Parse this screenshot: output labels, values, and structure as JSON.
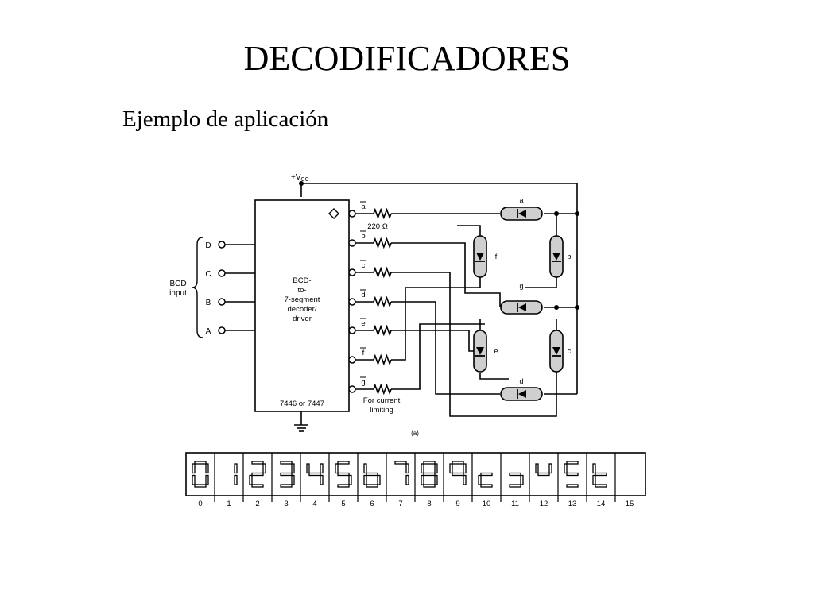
{
  "slide": {
    "title": "DECODIFICADORES",
    "subtitle": "Ejemplo de aplicación"
  },
  "circuit": {
    "vcc_label": "+V",
    "vcc_sub": "CC",
    "chip_label_lines": [
      "BCD-",
      "to-",
      "7-segment",
      "decoder/",
      "driver"
    ],
    "chip_part": "7446 or 7447",
    "inputs": [
      "D",
      "C",
      "B",
      "A"
    ],
    "input_group_label": [
      "BCD",
      "input"
    ],
    "outputs": [
      "a",
      "b",
      "c",
      "d",
      "e",
      "f",
      "g"
    ],
    "resistor_value": "220 Ω",
    "current_note": [
      "For current",
      "limiting"
    ],
    "segments": [
      "a",
      "f",
      "b",
      "g",
      "e",
      "c",
      "d"
    ],
    "figure_label": "(a)"
  },
  "display_digits": {
    "indices": [
      "0",
      "1",
      "2",
      "3",
      "4",
      "5",
      "6",
      "7",
      "8",
      "9",
      "10",
      "11",
      "12",
      "13",
      "14",
      "15"
    ],
    "segment_patterns": [
      "abcdef",
      "bc",
      "abdeg",
      "abcdg",
      "bcfg",
      "acdfg",
      "cdefg",
      "abc",
      "abcdefg",
      "abcfg",
      "deg",
      "cdg",
      "bfg",
      "adfg",
      "defg",
      ""
    ]
  },
  "colors": {
    "ink": "#000000",
    "led_fill": "#cfcfcf",
    "background": "#ffffff"
  }
}
